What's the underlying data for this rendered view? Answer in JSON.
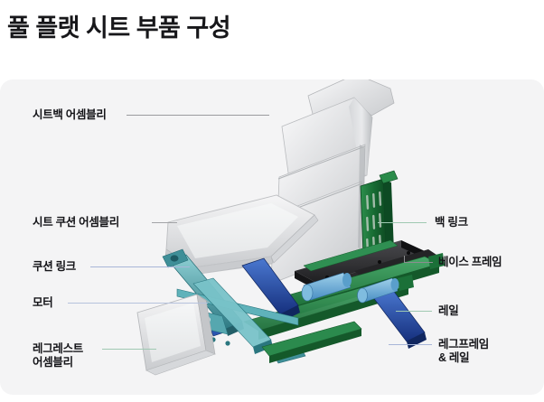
{
  "page": {
    "title": "풀 플랫 시트 부품 구성",
    "background_color": "#ffffff",
    "panel_color": "#f4f4f5"
  },
  "diagram": {
    "type": "exploded-assembly-view",
    "subject": "full-flat-seat",
    "palette": {
      "body_gray": "#d9dadc",
      "body_gray_light": "#f0f1f2",
      "body_gray_dark": "#a8abae",
      "green_link": "#1f7a3f",
      "green_link_dark": "#145c2d",
      "green_rail": "#2f8f52",
      "teal_link": "#3e8e96",
      "teal_link_light": "#7fc2c8",
      "blue_motor": "#2046a8",
      "blue_motor_light": "#5b9fd6",
      "frame_black": "#2b2b2d",
      "leader_blue": "#a8b6d8",
      "leader_green": "#9fc9b2",
      "leader_gray": "#b9babc"
    },
    "callouts_left": [
      {
        "id": "seatback-assembly",
        "label": "시트백 어셈블리",
        "leader_color": "#8c8d90"
      },
      {
        "id": "seat-cushion-assembly",
        "label": "시트 쿠션 어셈블리",
        "leader_color": "#9a9b9e"
      },
      {
        "id": "cushion-link",
        "label": "쿠션 링크",
        "leader_color": "#a8b6d8"
      },
      {
        "id": "motor",
        "label": "모터",
        "leader_color": "#a8b6d8"
      },
      {
        "id": "legrest-assembly",
        "label": "레그레스트\n어셈블리",
        "leader_color": "#9fc9b2"
      }
    ],
    "callouts_right": [
      {
        "id": "back-link",
        "label": "백 링크",
        "leader_color": "#9fc9b2"
      },
      {
        "id": "base-frame",
        "label": "베이스 프레임",
        "leader_color": "#8c8d90"
      },
      {
        "id": "rail",
        "label": "레일",
        "leader_color": "#9fc9b2"
      },
      {
        "id": "legframe-and-rail",
        "label": "레그프레임\n& 레일",
        "leader_color": "#a8b6d8"
      }
    ]
  }
}
